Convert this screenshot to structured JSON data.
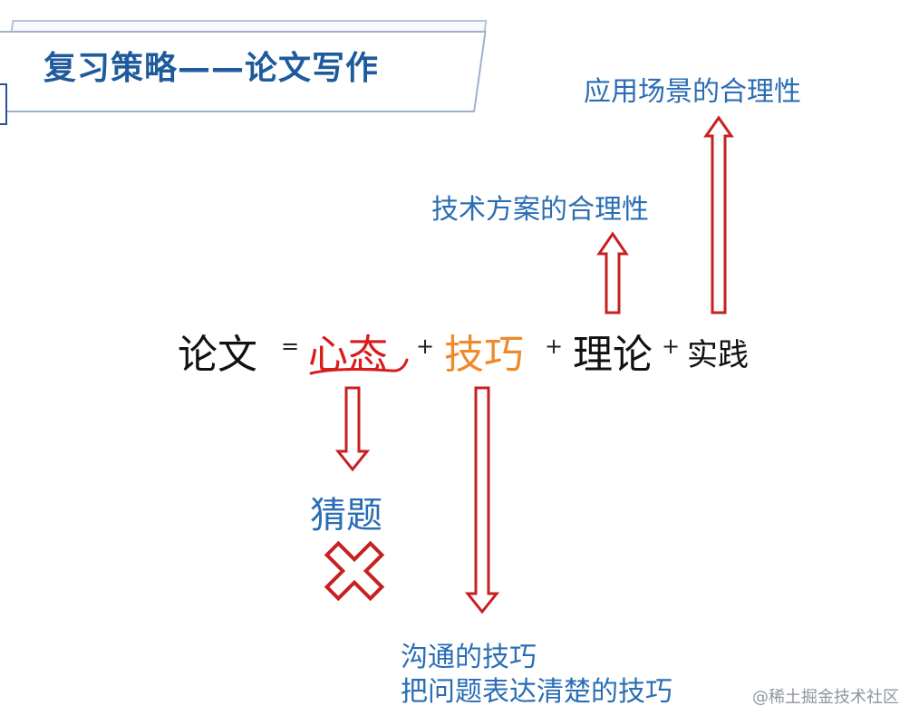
{
  "title": "复习策略——论文写作",
  "top_labels": {
    "application_rationality": "应用场景的合理性",
    "technical_rationality": "技术方案的合理性"
  },
  "formula": {
    "lunwen": "论文",
    "equals": "=",
    "xintai": "心态",
    "plus": "+",
    "jiqiao": "技巧",
    "lilun": "理论",
    "shijian": "实践"
  },
  "guess_label": "猜题",
  "communication": {
    "line1": "沟通的技巧",
    "line2": "把问题表达清楚的技巧"
  },
  "watermark": "@稀土掘金技术社区",
  "colors": {
    "title_blue": "#1f5b9c",
    "label_blue": "#2a6db4",
    "arrow_red": "#c62020",
    "mindset_red": "#d81b1b",
    "skill_orange": "#ef8a2b"
  }
}
